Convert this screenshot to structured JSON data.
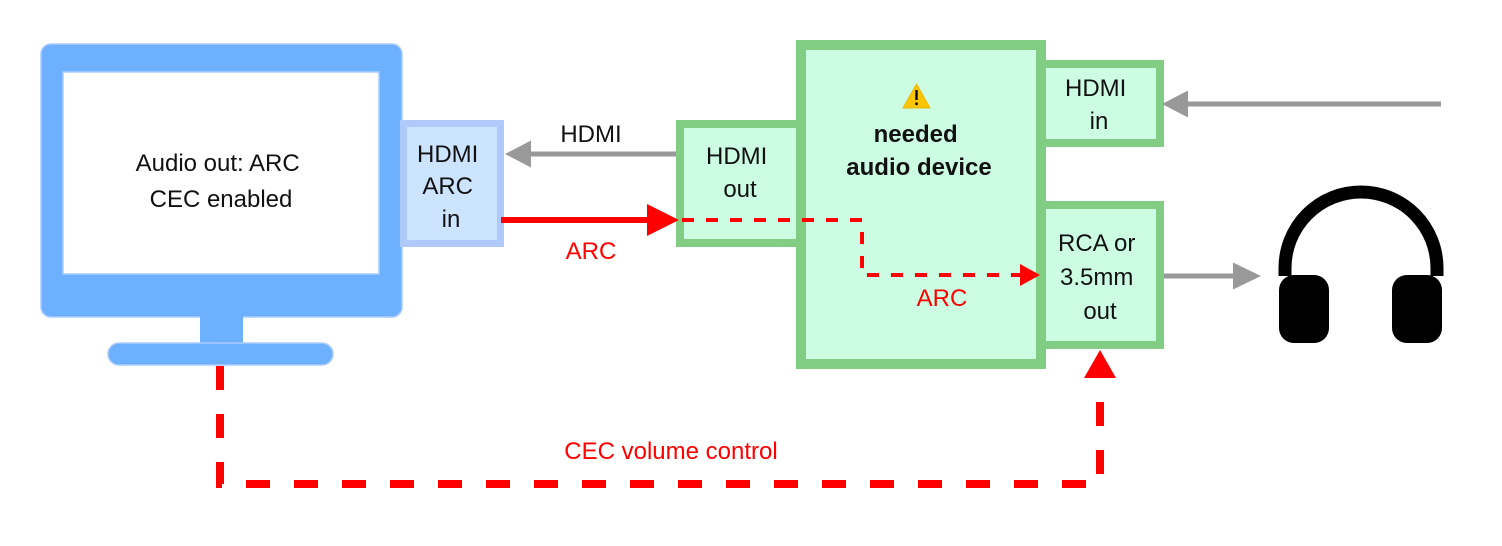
{
  "colors": {
    "tv_blue": "#6db0ff",
    "tv_outline": "#a9ccff",
    "arc_port_fill": "#cce4ff",
    "arc_port_border": "#aec9fa",
    "device_fill": "#ccfde3",
    "device_border": "#82cd84",
    "signal_red": "#ff0000",
    "hdmi_gray": "#999999",
    "warning_yellow": "#fdc500",
    "headphones_black": "#000000"
  },
  "tv": {
    "screen_text": [
      "Audio out: ARC",
      "CEC enabled"
    ],
    "port_label": [
      "HDMI",
      "ARC",
      "in"
    ]
  },
  "audio_device": {
    "icon": "warning-icon",
    "title": [
      "needed",
      "audio device"
    ],
    "hdmi_out_label": [
      "HDMI",
      "out"
    ],
    "hdmi_in_label": [
      "HDMI",
      "in"
    ],
    "analog_out_label": [
      "RCA or",
      "3.5mm",
      "out"
    ]
  },
  "connections": {
    "hdmi_label": "HDMI",
    "arc_label": "ARC",
    "internal_arc_label": "ARC",
    "cec_label": "CEC volume control"
  },
  "output_device": {
    "icon": "headphones-icon"
  }
}
